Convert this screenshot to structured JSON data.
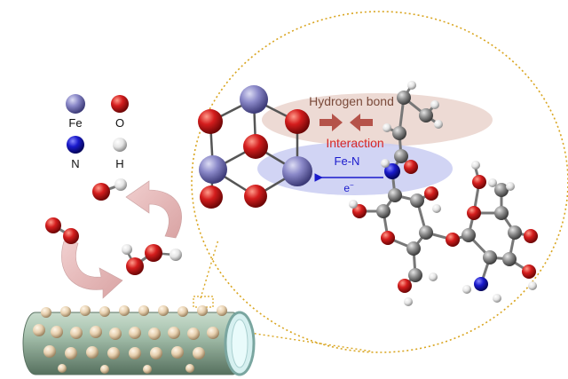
{
  "legend": [
    {
      "symbol": "Fe",
      "color": "#8a88c8"
    },
    {
      "symbol": "O",
      "color": "#cc1f1f"
    },
    {
      "symbol": "N",
      "color": "#1a1acc"
    },
    {
      "symbol": "H",
      "color": "#e8e8e8"
    }
  ],
  "labels": {
    "hydrogen_bond": "Hydrogen bond",
    "interaction": "Interaction",
    "fe_n": "Fe-N",
    "electron": "e"
  },
  "colors": {
    "hydrogen_bond_text": "#7a4a3a",
    "interaction_text": "#d62828",
    "fe_n_text": "#1a1acc",
    "hbond_ellipse": "#ead3cc",
    "interaction_ellipse": "#c9ccf2",
    "zoom_outline": "#d9a520",
    "fiber": "#9fb8a8",
    "fiber_bead": "#e8d2b3"
  }
}
